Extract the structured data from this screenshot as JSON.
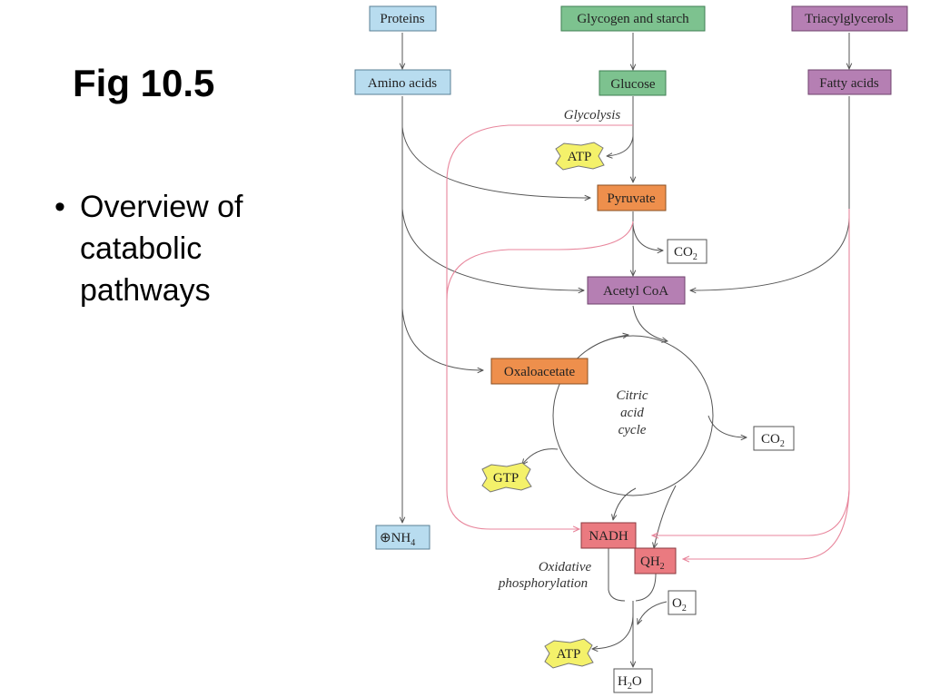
{
  "slide": {
    "title": "Fig 10.5",
    "bullet_symbol": "•",
    "bullet": "Overview of\ncatabolic\npathways"
  },
  "colors": {
    "blue_box": "#b8dcef",
    "green_box": "#7dc28f",
    "purple_box": "#b57fb3",
    "orange_box": "#ee8f4c",
    "red_box": "#ea7a80",
    "yellow_star": "#f4f16a",
    "pink_line": "#e8869c",
    "gray_line": "#555555"
  },
  "diagram": {
    "proteins": "Proteins",
    "glycogen": "Glycogen and starch",
    "triacylglycerols": "Triacylglycerols",
    "amino_acids": "Amino acids",
    "glucose": "Glucose",
    "fatty_acids": "Fatty acids",
    "glycolysis": "Glycolysis",
    "atp": "ATP",
    "pyruvate": "Pyruvate",
    "co2": "CO",
    "co2_sub": "2",
    "acetyl_coa": "Acetyl CoA",
    "oxaloacetate": "Oxaloacetate",
    "cycle_line1": "Citric",
    "cycle_line2": "acid",
    "cycle_line3": "cycle",
    "gtp": "GTP",
    "nh4_symbol": "⊕",
    "nh4": "NH",
    "nh4_sub": "4",
    "nadh": "NADH",
    "qh2": "QH",
    "qh2_sub": "2",
    "oxphos_line1": "Oxidative",
    "oxphos_line2": "phosphorylation",
    "o2": "O",
    "o2_sub": "2",
    "h2o_h": "H",
    "h2o_sub": "2",
    "h2o_o": "O"
  }
}
